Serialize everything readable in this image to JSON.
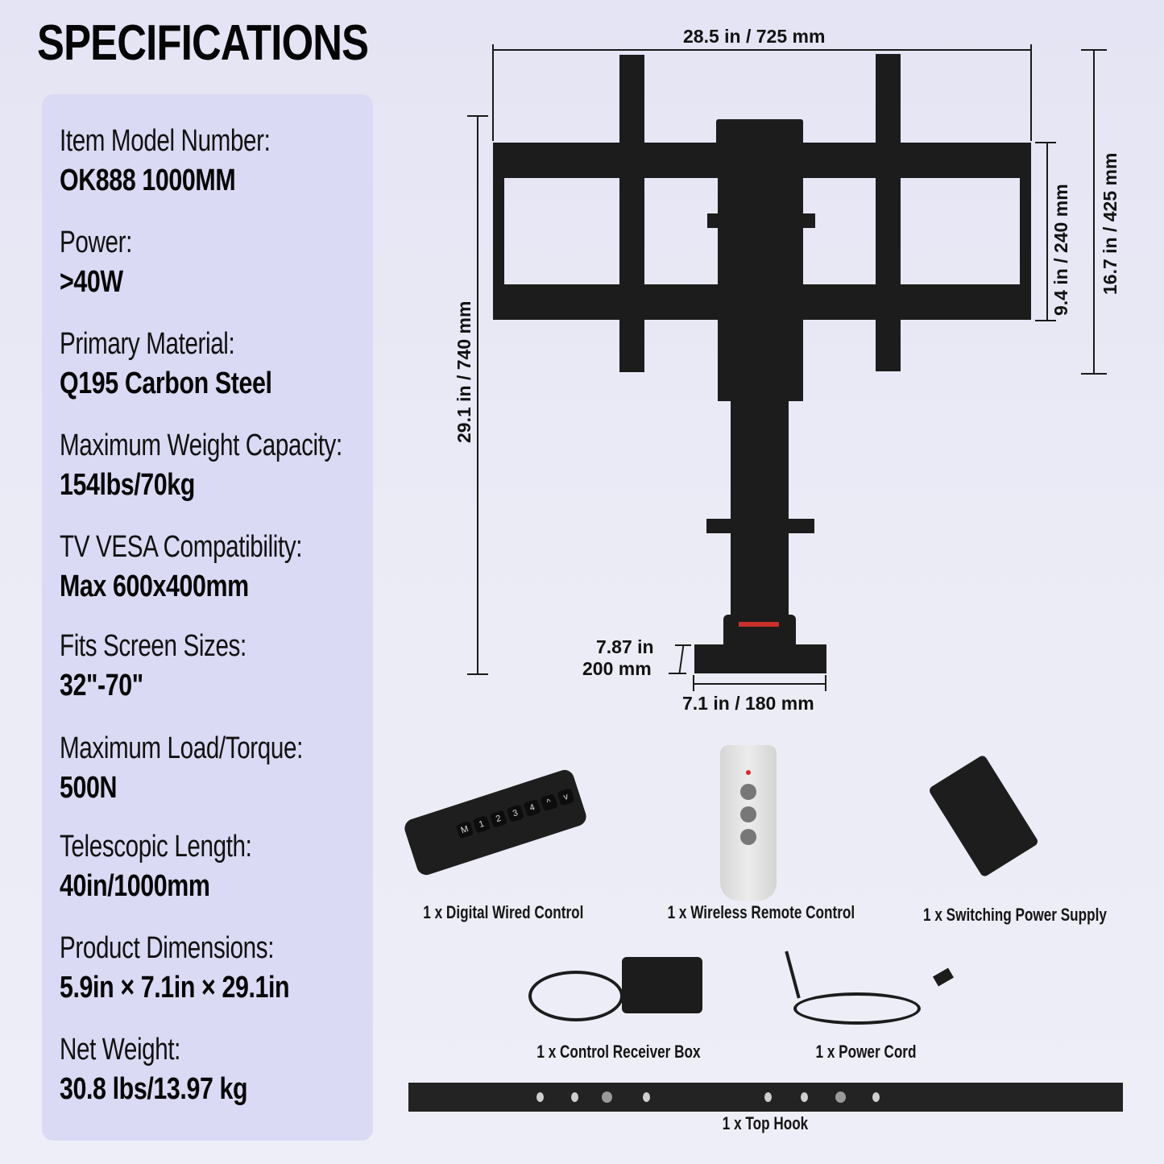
{
  "title": "SPECIFICATIONS",
  "specs": [
    {
      "label": "Item Model Number:",
      "value": "OK888 1000MM"
    },
    {
      "label": "Power:",
      "value": ">40W"
    },
    {
      "label": "Primary Material:",
      "value": "Q195 Carbon Steel"
    },
    {
      "label": "Maximum Weight Capacity:",
      "value": "154lbs/70kg"
    },
    {
      "label": "TV VESA Compatibility:",
      "value": "Max 600x400mm"
    },
    {
      "label": "Fits Screen Sizes:",
      "value": "32\"-70\""
    },
    {
      "label": "Maximum Load/Torque:",
      "value": "500N"
    },
    {
      "label": "Telescopic Length:",
      "value": "40in/1000mm"
    },
    {
      "label": "Product Dimensions:",
      "value": "5.9in × 7.1in × 29.1in"
    },
    {
      "label": "Net Weight:",
      "value": "30.8 lbs/13.97 kg"
    }
  ],
  "dimensions": {
    "width_top": "28.5 in / 725 mm",
    "height_total": "29.1 in / 740 mm",
    "frame_height": "9.4 in / 240 mm",
    "bracket_height": "16.7 in / 425 mm",
    "base_depth_in": "7.87 in",
    "base_depth_mm": "200 mm",
    "base_width": "7.1 in / 180 mm"
  },
  "accessories": [
    {
      "label": "1 x Digital Wired Control",
      "buttons": [
        "M",
        "1",
        "2",
        "3",
        "4",
        "^",
        "v"
      ]
    },
    {
      "label": "1 x Wireless Remote Control"
    },
    {
      "label": "1 x Switching Power Supply"
    },
    {
      "label": "1 x Control Receiver Box"
    },
    {
      "label": "1 x Power Cord"
    },
    {
      "label": "1 x Top Hook"
    }
  ],
  "colors": {
    "background": "#e8e8f5",
    "panel": "#dadaf4",
    "metal": "#1c1c1c",
    "remote": "#e2e2e2",
    "led": "#e0242a"
  }
}
